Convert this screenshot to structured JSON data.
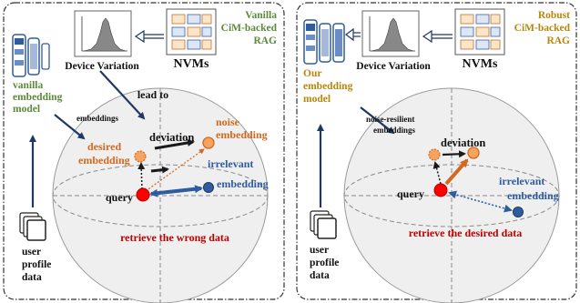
{
  "colors": {
    "green": "#5a8a3a",
    "gold": "#b8860b",
    "orange": "#d2691e",
    "red": "#c00000",
    "blue": "#2e5c9e",
    "navy": "#1f3864",
    "dark": "#1a1a1a",
    "query_dot": "#ff0000",
    "noise_dot": "#f4a460"
  },
  "left_panel": {
    "title_lines": [
      "Vanilla",
      "CiM-backed",
      "RAG"
    ],
    "device_variation": "Device Variation",
    "nvms": "NVMs",
    "model_lines": [
      "vanilla",
      "embedding",
      "model"
    ],
    "lead_to": "lead to",
    "embeddings": "embeddings",
    "desired_lines": [
      "desired",
      "embedding"
    ],
    "deviation": "deviation",
    "noise_lines": [
      "noise",
      "embedding"
    ],
    "irrelevant_lines": [
      "irrelevant",
      "embedding"
    ],
    "query": "query",
    "retrieve": "retrieve the wrong data",
    "user_lines": [
      "user",
      "profile",
      "data"
    ]
  },
  "right_panel": {
    "title_lines": [
      "Robust",
      "CiM-backed",
      "RAG"
    ],
    "device_variation": "Device Variation",
    "nvms": "NVMs",
    "model_lines": [
      "Our",
      "embedding",
      "model"
    ],
    "embeddings_lines": [
      "noise-resilient",
      "embeddings"
    ],
    "deviation": "deviation",
    "irrelevant_lines": [
      "irrelevant",
      "embedding"
    ],
    "query": "query",
    "retrieve": "retrieve the desired data",
    "user_lines": [
      "user",
      "profile",
      "data"
    ]
  }
}
